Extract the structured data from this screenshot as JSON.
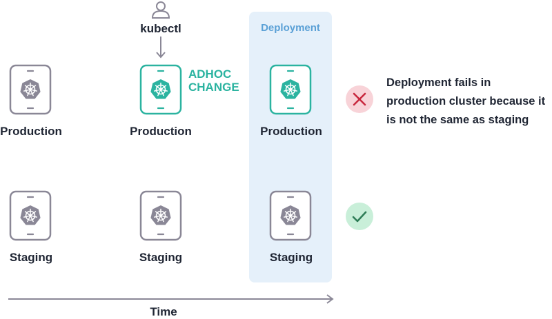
{
  "deployment_label": "Deployment",
  "kubectl_label": "kubectl",
  "adhoc_lines": [
    "ADHOC",
    "CHANGE"
  ],
  "columns": [
    {
      "production": "Production",
      "staging": "Staging"
    },
    {
      "production": "Production",
      "staging": "Staging"
    },
    {
      "production": "Production",
      "staging": "Staging"
    }
  ],
  "result_fail": {
    "icon": "x-icon",
    "lines": [
      "Deployment fails in",
      "production cluster because it",
      "is not the same as staging"
    ]
  },
  "result_ok": {
    "icon": "check-icon"
  },
  "time_label": "Time",
  "colors": {
    "teal": "#2bb3a0",
    "gray": "#8a8796",
    "deploy_bg": "#e5f0fa",
    "deploy_text": "#5aa0d6",
    "fail_bg": "#f8d3d8",
    "fail_mark": "#c8283e",
    "ok_bg": "#c9efd9",
    "ok_mark": "#2f7d57",
    "text": "#1f2533"
  }
}
